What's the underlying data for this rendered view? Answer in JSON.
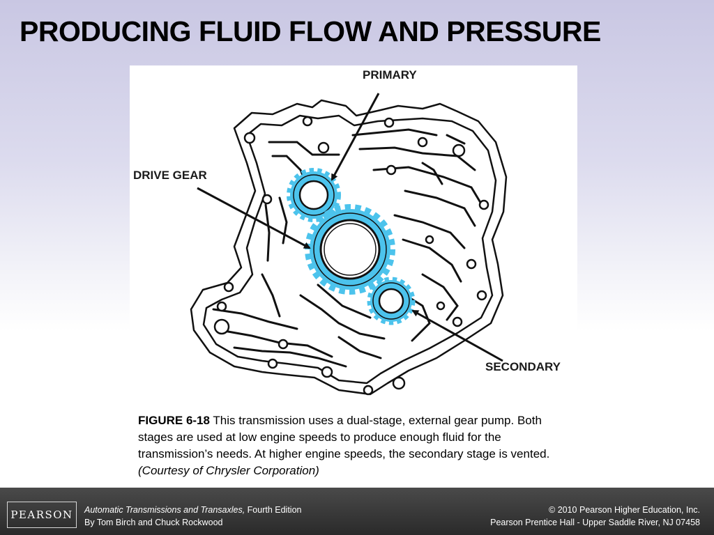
{
  "slide": {
    "title": "PRODUCING FLUID FLOW AND PRESSURE"
  },
  "figure": {
    "labels": {
      "primary": "PRIMARY",
      "drive_gear": "DRIVE GEAR",
      "secondary": "SECONDARY"
    },
    "colors": {
      "gear_fill": "#4cc3ec",
      "line": "#111111"
    }
  },
  "caption": {
    "figure_number": "FIGURE 6-18",
    "text": " This transmission uses a dual-stage, external gear pump. Both stages are used at low engine speeds to produce enough fluid for the transmission’s needs. At higher engine speeds, the secondary stage is vented. ",
    "credit": "(Courtesy of Chrysler Corporation)"
  },
  "footer": {
    "logo": "PEARSON",
    "book_title": "Automatic Transmissions and Transaxles,",
    "edition": " Fourth Edition",
    "authors": "By Tom Birch and Chuck Rockwood",
    "copyright": "© 2010 Pearson Higher Education, Inc.",
    "publisher": "Pearson Prentice Hall - Upper Saddle River, NJ 07458"
  }
}
